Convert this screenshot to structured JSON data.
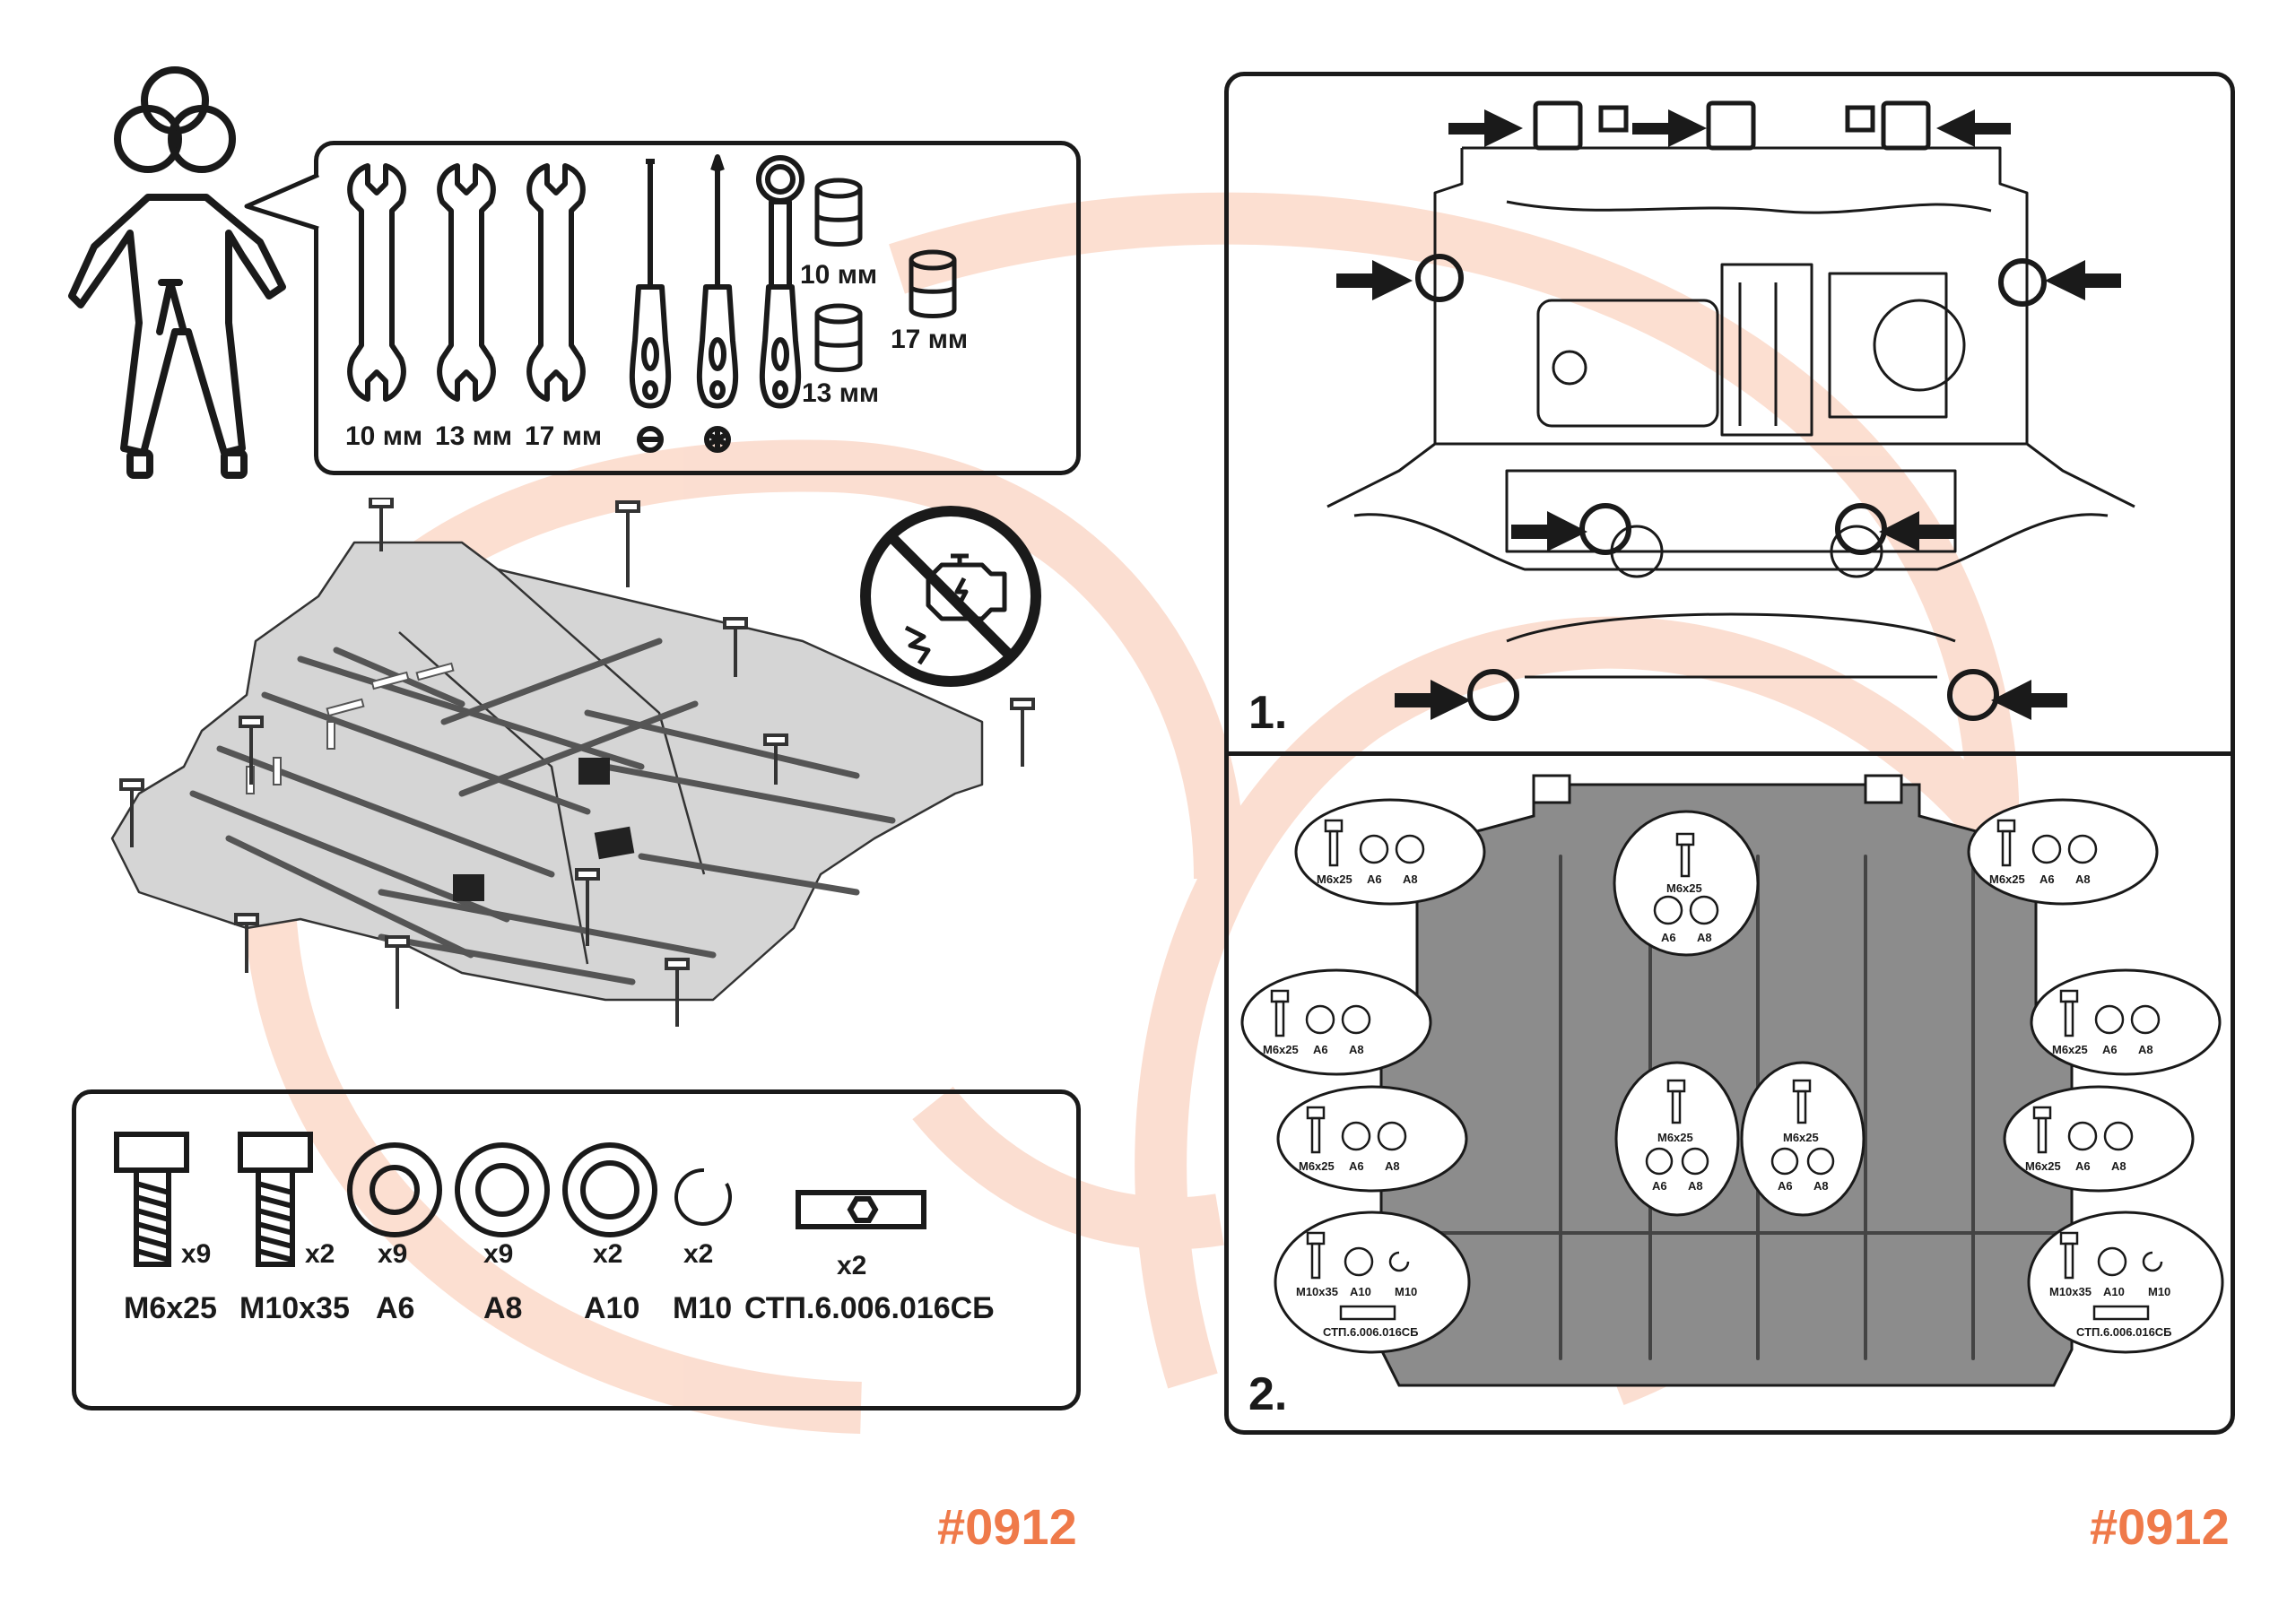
{
  "colors": {
    "accent": "#ef7a4a",
    "watermark": "#fbd9c9",
    "ink": "#1a1a1a"
  },
  "tools": {
    "wrenches": [
      "10 мм",
      "13 мм",
      "17 мм"
    ],
    "sockets": [
      "10 мм",
      "13 мм",
      "17 мм"
    ],
    "screwdriver_icons": [
      "flat-screwdriver-icon",
      "torx-screwdriver-icon"
    ]
  },
  "warning_icon": "no-engine-running-icon",
  "hardware": [
    {
      "qty": "x9",
      "name": "M6x25"
    },
    {
      "qty": "x2",
      "name": "M10x35"
    },
    {
      "qty": "x9",
      "name": "A6"
    },
    {
      "qty": "x9",
      "name": "A8"
    },
    {
      "qty": "x2",
      "name": "A10"
    },
    {
      "qty": "x2",
      "name": "M10"
    },
    {
      "qty": "x2",
      "name": "СТП.6.006.016СБ"
    }
  ],
  "steps": [
    "1.",
    "2."
  ],
  "callouts": {
    "bolt": "M6x25",
    "washer_a": "A6",
    "washer_b": "A8",
    "bolt_big": "M10x35",
    "washer_c": "A10",
    "ring": "M10",
    "bracket": "СТП.6.006.016СБ"
  },
  "product_id": "#0912"
}
